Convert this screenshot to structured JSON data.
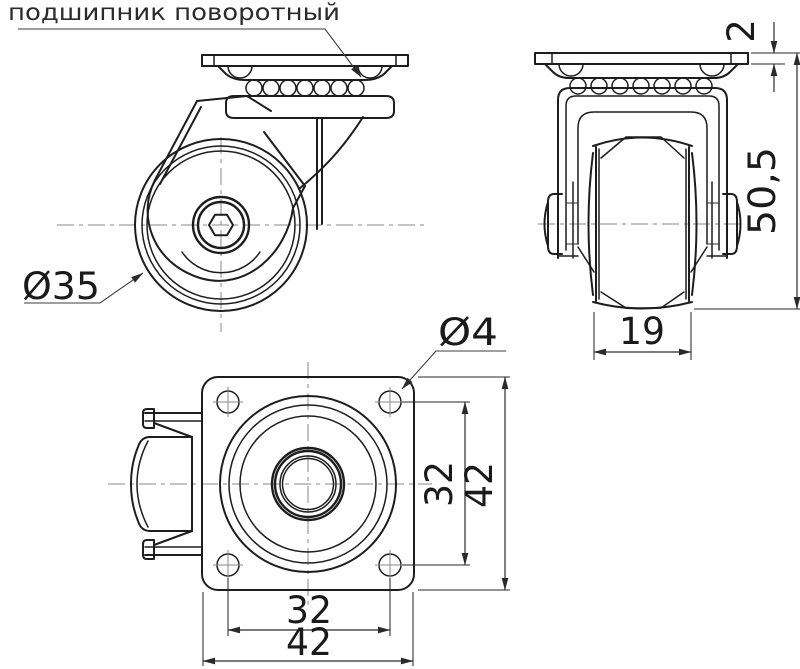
{
  "drawing": {
    "background": "#ffffff",
    "line_color": "#1d1d1d",
    "callout_bearing": "подшипник поворотный",
    "side_view": {
      "wheel_diameter": "Ø35"
    },
    "front_view": {
      "plate_thickness": "2",
      "overall_height": "50,5",
      "wheel_width": "19"
    },
    "bottom_view": {
      "hole_diameter": "Ø4",
      "hole_spacing_v": "32",
      "plate_size_v": "42",
      "hole_spacing_h": "32",
      "plate_size_h": "42"
    }
  }
}
